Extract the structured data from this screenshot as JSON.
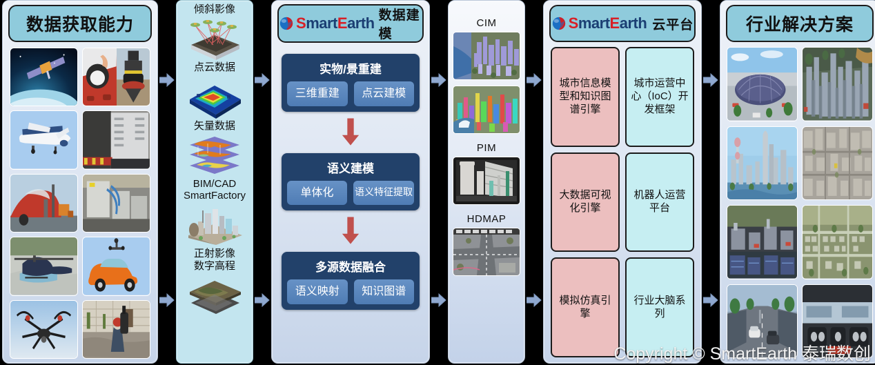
{
  "columns": {
    "data_acquisition": {
      "title": "数据获取能力",
      "photos": [
        "satellite-photo",
        "camera-sensor-photo",
        "lidar-sensor-photo",
        "survey-aircraft-photo",
        "airborne-equipment-photo",
        "red-aircraft-photo",
        "ground-equipment-photo",
        "helicopter-photo",
        "mobile-mapping-car-photo",
        "drone-photo",
        "backpack-scanner-photo"
      ]
    },
    "data_sources": {
      "items": [
        {
          "label": "倾斜影像",
          "image": "oblique-imagery-thumb"
        },
        {
          "label": "点云数据",
          "image": "point-cloud-thumb"
        },
        {
          "label": "矢量数据",
          "image": "vector-layers-thumb"
        },
        {
          "label": "BIM/CAD\nSmartFactory",
          "image": "bim-city-thumb"
        },
        {
          "label": "正射影像\n数字高程",
          "image": "dem-ortho-thumb"
        }
      ]
    },
    "modeling": {
      "header": {
        "brand": "SmartEarth",
        "brand_parts": [
          "S",
          "mart",
          "E",
          "arth"
        ],
        "suffix": "数据建模"
      },
      "stages": [
        {
          "title": "实物/景重建",
          "buttons": [
            "三维重建",
            "点云建模"
          ]
        },
        {
          "title": "语义建模",
          "buttons": [
            "单体化",
            "语义特征提取"
          ]
        },
        {
          "title": "多源数据融合",
          "buttons": [
            "语义映射",
            "知识图谱"
          ]
        }
      ]
    },
    "models": {
      "items": [
        {
          "label": "CIM",
          "images": [
            "cim-city-purple-thumb",
            "cim-city-colored-thumb"
          ]
        },
        {
          "label": "PIM",
          "images": [
            "pim-plant-thumb"
          ]
        },
        {
          "label": "HDMAP",
          "images": [
            "hdmap-road-thumb"
          ]
        }
      ]
    },
    "cloud_platform": {
      "header": {
        "brand": "SmartEarth",
        "brand_parts": [
          "S",
          "mart",
          "E",
          "arth"
        ],
        "suffix": "云平台"
      },
      "cards": [
        {
          "label": "城市信息模型和知识图谱引擎",
          "tone": "pink"
        },
        {
          "label": "城市运营中心（IoC）开发框架",
          "tone": "cyan"
        },
        {
          "label": "大数据可视化引擎",
          "tone": "pink"
        },
        {
          "label": "机器人运营平台",
          "tone": "cyan"
        },
        {
          "label": "模拟仿真引擎",
          "tone": "pink"
        },
        {
          "label": "行业大脑系列",
          "tone": "cyan"
        }
      ]
    },
    "solutions": {
      "title": "行业解决方案",
      "photos": [
        "stadium-3d-model-thumb",
        "dense-city-3d-thumb",
        "shanghai-skyline-thumb",
        "aerial-city-mesh-thumb",
        "industrial-site-3d-thumb",
        "suburban-3d-thumb",
        "street-view-3d-thumb",
        "car-interior-hud-thumb"
      ]
    }
  },
  "arrows": {
    "icon": "right-arrow-icon",
    "count": 10
  },
  "footer": {
    "copyright": "Copyright ©  SmartEarth 泰瑞数创"
  },
  "colors": {
    "header_bg": "#8fcbdc",
    "brand_red": "#d81f26",
    "brand_blue": "#1b3f73",
    "stage_box": "#22416a",
    "stage_button": "#4f7cb4",
    "card_pink": "#ecbfbf",
    "card_cyan": "#c6eef2",
    "arrow": "#8fa8cf",
    "down_arrow": "#c0504d"
  }
}
